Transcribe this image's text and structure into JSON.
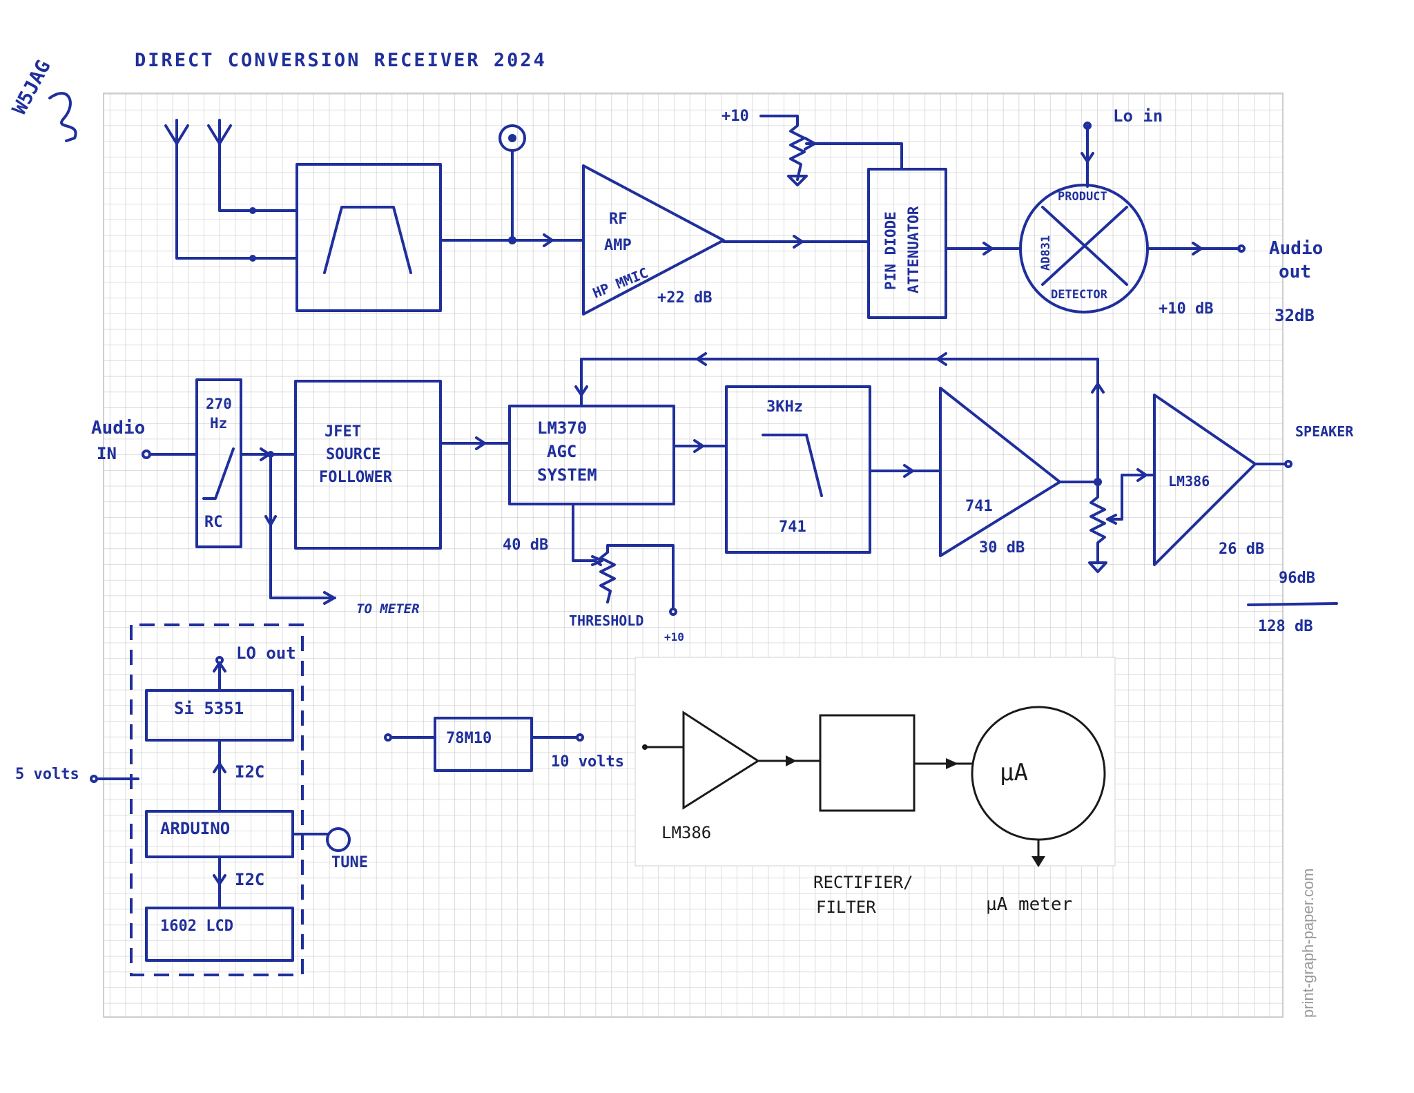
{
  "title": "DIRECT CONVERSION RECEIVER 2024",
  "callsign": "W5JAG",
  "watermark": "print-graph-paper.com",
  "colors": {
    "ink": "#1f2f9c",
    "grid": "#c9c9c9",
    "paper": "#ffffff",
    "pencil": "#1a1a1a"
  },
  "rf_chain": {
    "rf_amp": {
      "line1": "RF",
      "line2": "AMP",
      "line3": "HP MMIC",
      "gain": "+22 dB"
    },
    "supply": "+10",
    "attenuator": {
      "line1": "PIN DIODE",
      "line2": "ATTENUATOR"
    },
    "lo_in": "Lo in",
    "mixer": {
      "top": "PRODUCT",
      "side": "AD831",
      "bottom": "DETECTOR"
    },
    "mixer_gain": "+10 dB",
    "audio_out": {
      "line1": "Audio",
      "line2": "out"
    },
    "total": "32dB"
  },
  "audio_chain": {
    "audio_in": {
      "line1": "Audio",
      "line2": "IN"
    },
    "filter": {
      "freq_line1": "270",
      "freq_line2": "Hz",
      "type": "RC"
    },
    "jfet": {
      "line1": "JFET",
      "line2": "SOURCE",
      "line3": "FOLLOWER"
    },
    "to_meter": "TO METER",
    "agc": {
      "line1": "LM370",
      "line2": "AGC",
      "line3": "SYSTEM"
    },
    "agc_gain": "40 dB",
    "threshold": "THRESHOLD",
    "threshold_supply": "+10",
    "lpf": {
      "freq": "3KHz",
      "chip": "741"
    },
    "amp741": {
      "label": "741",
      "gain": "30 dB"
    },
    "lm386": {
      "label": "LM386",
      "gain": "26 dB"
    },
    "speaker": "SPEAKER",
    "sum1": "96dB",
    "sum2": "128 dB"
  },
  "control": {
    "lo_out": "LO out",
    "si5351": "Si 5351",
    "i2c_1": "I2C",
    "arduino": "ARDUINO",
    "i2c_2": "I2C",
    "lcd": "1602 LCD",
    "tune": "TUNE",
    "five_volts": "5 volts"
  },
  "regulator": {
    "chip": "78M10",
    "output": "10 volts"
  },
  "meter": {
    "amp": "LM386",
    "rectifier_line1": "RECTIFIER/",
    "rectifier_line2": "FILTER",
    "meter_symbol": "µA",
    "meter_label": "µA meter"
  }
}
